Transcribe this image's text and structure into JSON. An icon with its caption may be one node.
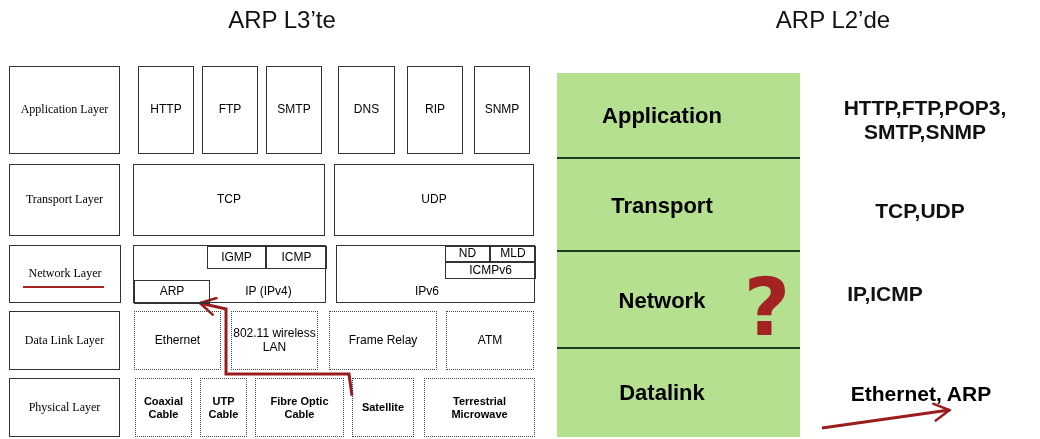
{
  "diagram": {
    "nodes": [
      {
        "text": [
          "Application Layer"
        ]
      },
      {
        "text": [
          "HTTP"
        ]
      },
      {
        "text": [
          "FTP"
        ]
      },
      {
        "text": [
          "SMTP"
        ]
      },
      {
        "text": [
          "DNS"
        ]
      },
      {
        "text": [
          "RIP"
        ]
      },
      {
        "text": [
          "SNMP"
        ]
      },
      {
        "text": [
          "Transport Layer"
        ]
      },
      {
        "text": [
          "TCP"
        ]
      },
      {
        "text": [
          "UDP"
        ]
      },
      {
        "text": [
          "Network Layer"
        ]
      },
      {
        "text": [
          "IP (IPv4)"
        ]
      },
      {
        "text": [
          "IGMP"
        ],
        "in": 11
      },
      {
        "text": [
          "ICMP"
        ],
        "in": 11
      },
      {
        "text": [
          "ARP"
        ],
        "in": 11
      },
      {
        "text": [
          "IPv6"
        ]
      },
      {
        "text": [
          "ND"
        ],
        "in": 15
      },
      {
        "text": [
          "MLD"
        ],
        "in": 15
      },
      {
        "text": [
          "ICMPv6"
        ],
        "in": 15
      },
      {
        "text": [
          "Data Link Layer"
        ]
      },
      {
        "text": [
          "Ethernet"
        ]
      },
      {
        "text": [
          "802.11 wireless LAN"
        ]
      },
      {
        "text": [
          "Frame Relay"
        ]
      },
      {
        "text": [
          "ATM"
        ]
      },
      {
        "text": [
          "Physical Layer"
        ]
      },
      {
        "text": [
          "Coaxial Cable"
        ]
      },
      {
        "text": [
          "UTP Cable"
        ]
      },
      {
        "text": [
          "Fibre Optic Cable"
        ]
      },
      {
        "text": [
          "Satellite"
        ]
      },
      {
        "text": [
          "Terrestrial Microwave"
        ]
      },
      {
        "text": [
          "Application"
        ]
      },
      {
        "text": [
          "Transport"
        ]
      },
      {
        "text": [
          "Network"
        ]
      },
      {
        "text": [
          "Datalink"
        ]
      },
      {
        "text": [
          "Ethernet, ARP"
        ]
      }
    ],
    "edges": [
      {
        "from": 28,
        "to": 14,
        "arrow": "to"
      },
      {
        "from": null,
        "to": 34,
        "arrow": "to"
      }
    ],
    "labels": [
      "ARP L3’te",
      "ARP L2’de",
      "HTTP,FTP,POP3, SMTP,SNMP",
      "TCP,UDP",
      "IP,ICMP",
      "?"
    ]
  }
}
